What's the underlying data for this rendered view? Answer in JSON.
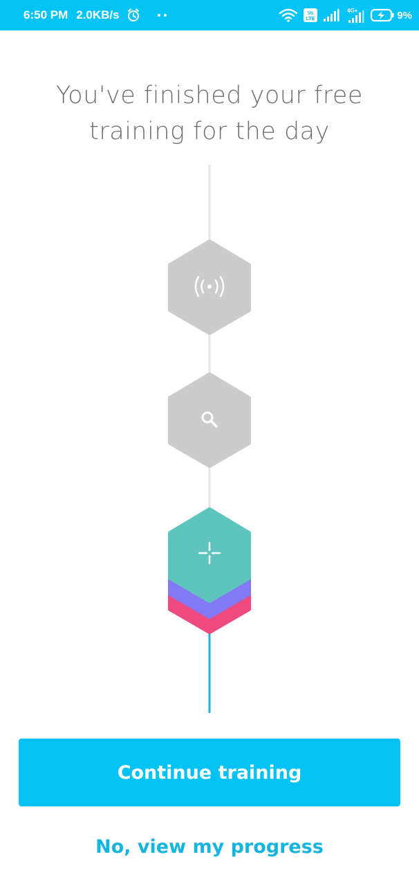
{
  "status_bar": {
    "time": "6:50 PM",
    "speed": "2.0KB/s",
    "battery": "9%",
    "network_badge": "4G+",
    "volte_badge": "VoLTE",
    "background_color": "#04c3f5",
    "icons": [
      "alarm-icon",
      "more-dots-icon",
      "wifi-icon",
      "volte-icon",
      "signal-icon",
      "signal-4g-icon",
      "battery-charging-icon"
    ]
  },
  "headline": {
    "line1": "You've finished your free",
    "line2": "training for the day"
  },
  "track": {
    "steps": [
      {
        "icon": "signal-broadcast-icon",
        "state": "completed",
        "color": "#cccccc"
      },
      {
        "icon": "search-icon",
        "state": "completed",
        "color": "#cccccc"
      },
      {
        "icon": "crosshair-icon",
        "state": "current",
        "color": "#5ec4bd",
        "stack_colors": [
          "#8479f4",
          "#ef4a7f"
        ]
      }
    ],
    "line_color": "#e3e3e3",
    "active_line_color": "#15b4dc"
  },
  "actions": {
    "continue_label": "Continue training",
    "progress_label": "No, view my progress",
    "primary_color": "#03c3f5"
  }
}
